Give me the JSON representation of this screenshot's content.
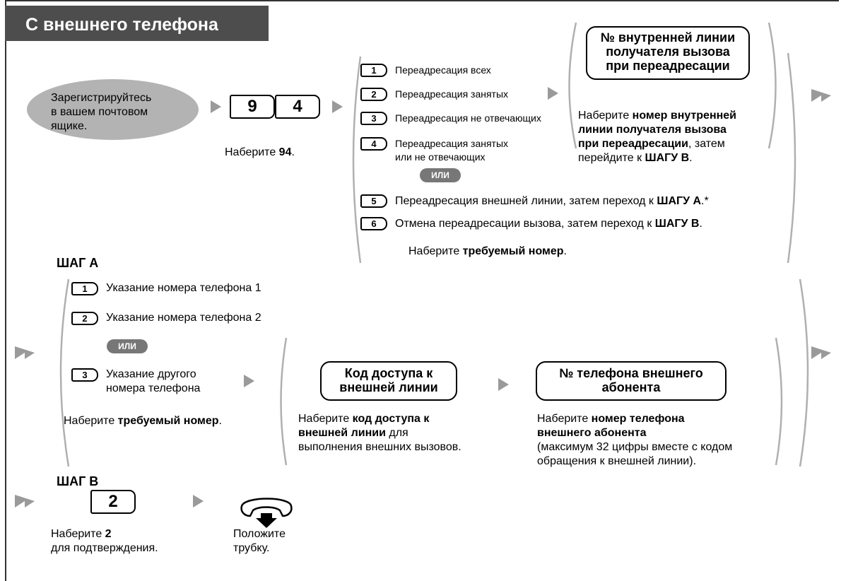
{
  "header": {
    "title": "С внешнего телефона"
  },
  "start": {
    "bubble": [
      "Зарегистрируйтесь",
      "в вашем почтовом",
      "ящике."
    ],
    "keys": [
      "9",
      "4"
    ],
    "caption_pre": "Наберите ",
    "caption_bold": "94",
    "caption_post": "."
  },
  "options": {
    "items": [
      {
        "key": "1",
        "label": "Переадресация всех"
      },
      {
        "key": "2",
        "label": "Переадресация занятых"
      },
      {
        "key": "3",
        "label": "Переадресация не отвечающих"
      },
      {
        "key": "4",
        "label": "Переадресация занятых",
        "label2": "или не отвечающих"
      }
    ],
    "or_label": "ИЛИ",
    "item5": {
      "key": "5",
      "text": "Переадресация внешней линии, затем переход к ",
      "bold": "ШАГУ А",
      "suffix": ".*"
    },
    "item6": {
      "key": "6",
      "text": "Отмена переадресации вызова, затем переход к ",
      "bold": "ШАГУ В",
      "suffix": "."
    },
    "caption_pre": "Наберите ",
    "caption_bold": "требуемый номер",
    "caption_post": "."
  },
  "dest_box": {
    "title": [
      "№ внутренней линии",
      "получателя вызова",
      "при переадресации"
    ],
    "line1_pre": "Наберите ",
    "line1_bold": "номер внутренней",
    "line2_bold": "линии получателя вызова",
    "line3_bold": "при переадресации",
    "line3_post": ", затем",
    "line4_pre": "перейдите к ",
    "line4_bold": "ШАГУ В",
    "line4_post": "."
  },
  "step_a": {
    "title": "ШАГ А",
    "items": [
      {
        "key": "1",
        "label": "Указание номера телефона 1"
      },
      {
        "key": "2",
        "label": "Указание номера телефона 2"
      }
    ],
    "or_label": "ИЛИ",
    "item3": {
      "key": "3",
      "label1": "Указание другого",
      "label2": "номера телефона"
    },
    "caption_pre": "Наберите ",
    "caption_bold": "требуемый номер",
    "caption_post": ".",
    "access_box": [
      "Код доступа к",
      "внешней линии"
    ],
    "access_pre": "Наберите ",
    "access_bold1": "код доступа к",
    "access_bold2": "внешней линии",
    "access_post2": " для",
    "access_line3": "выполнения внешних вызовов.",
    "phone_box": [
      "№ телефона внешнего",
      "абонента"
    ],
    "phone_pre": "Наберите ",
    "phone_bold1": "номер телефона",
    "phone_bold2": "внешнего абонента",
    "phone_line3": "(максимум 32 цифры вместе с кодом",
    "phone_line4": "обращения к внешней линии)."
  },
  "step_b": {
    "title": "ШАГ В",
    "key": "2",
    "confirm_pre": "Наберите ",
    "confirm_bold": "2",
    "confirm_line2": "для подтверждения.",
    "hangup_line1": "Положите",
    "hangup_line2": "трубку."
  }
}
